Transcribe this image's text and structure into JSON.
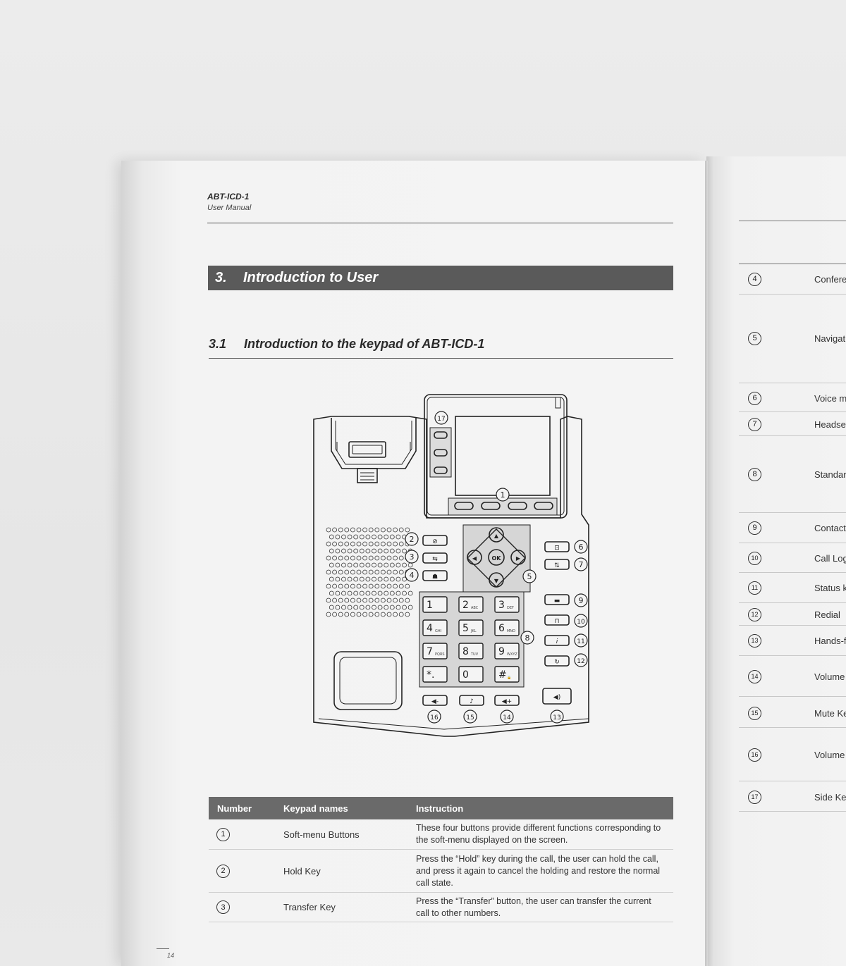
{
  "header": {
    "model": "ABT-ICD-1",
    "subtitle": "User Manual"
  },
  "section": {
    "number": "3.",
    "title": "Introduction to User"
  },
  "subsection": {
    "number": "3.1",
    "title": "Introduction to the keypad of ABT-ICD-1"
  },
  "diagram": {
    "callouts": [
      "1",
      "2",
      "3",
      "4",
      "5",
      "6",
      "7",
      "8",
      "9",
      "10",
      "11",
      "12",
      "13",
      "14",
      "15",
      "16",
      "17"
    ],
    "keys": [
      {
        "d": "1",
        "l": ""
      },
      {
        "d": "2",
        "l": "ABC"
      },
      {
        "d": "3",
        "l": "DEF"
      },
      {
        "d": "4",
        "l": "GHI"
      },
      {
        "d": "5",
        "l": "JKL"
      },
      {
        "d": "6",
        "l": "MNO"
      },
      {
        "d": "7",
        "l": "PQRS"
      },
      {
        "d": "8",
        "l": "TUV"
      },
      {
        "d": "9",
        "l": "WXYZ"
      },
      {
        "d": "*.",
        "l": ""
      },
      {
        "d": "0",
        "l": ""
      },
      {
        "d": "#",
        "l": "🔒"
      }
    ],
    "ok_label": "OK"
  },
  "table": {
    "headers": {
      "number": "Number",
      "name": "Keypad names",
      "instruction": "Instruction"
    },
    "rows": [
      {
        "num": "1",
        "name": "Soft-menu Buttons",
        "instruction": "These four buttons provide different functions corresponding to the soft-menu displayed on the screen."
      },
      {
        "num": "2",
        "name": "Hold Key",
        "instruction": "Press the “Hold” key during the call, the user can hold the call, and press it again to cancel the holding and restore the normal call state."
      },
      {
        "num": "3",
        "name": "Transfer Key",
        "instruction": "Press the “Transfer” button, the user can transfer the current call to other numbers."
      }
    ]
  },
  "folio": "14",
  "right_page": {
    "rows": [
      {
        "num": "4",
        "name": "Confere"
      },
      {
        "num": "5",
        "name": "Navigat"
      },
      {
        "num": "6",
        "name": "Voice m"
      },
      {
        "num": "7",
        "name": "Headset"
      },
      {
        "num": "8",
        "name": "Standar"
      },
      {
        "num": "9",
        "name": "Contact"
      },
      {
        "num": "10",
        "name": "Call Log"
      },
      {
        "num": "11",
        "name": "Status k"
      },
      {
        "num": "12",
        "name": "Redial"
      },
      {
        "num": "13",
        "name": "Hands-f"
      },
      {
        "num": "14",
        "name": "Volume"
      },
      {
        "num": "15",
        "name": "Mute Ke"
      },
      {
        "num": "16",
        "name": "Volume"
      },
      {
        "num": "17",
        "name": "Side Key"
      }
    ]
  }
}
